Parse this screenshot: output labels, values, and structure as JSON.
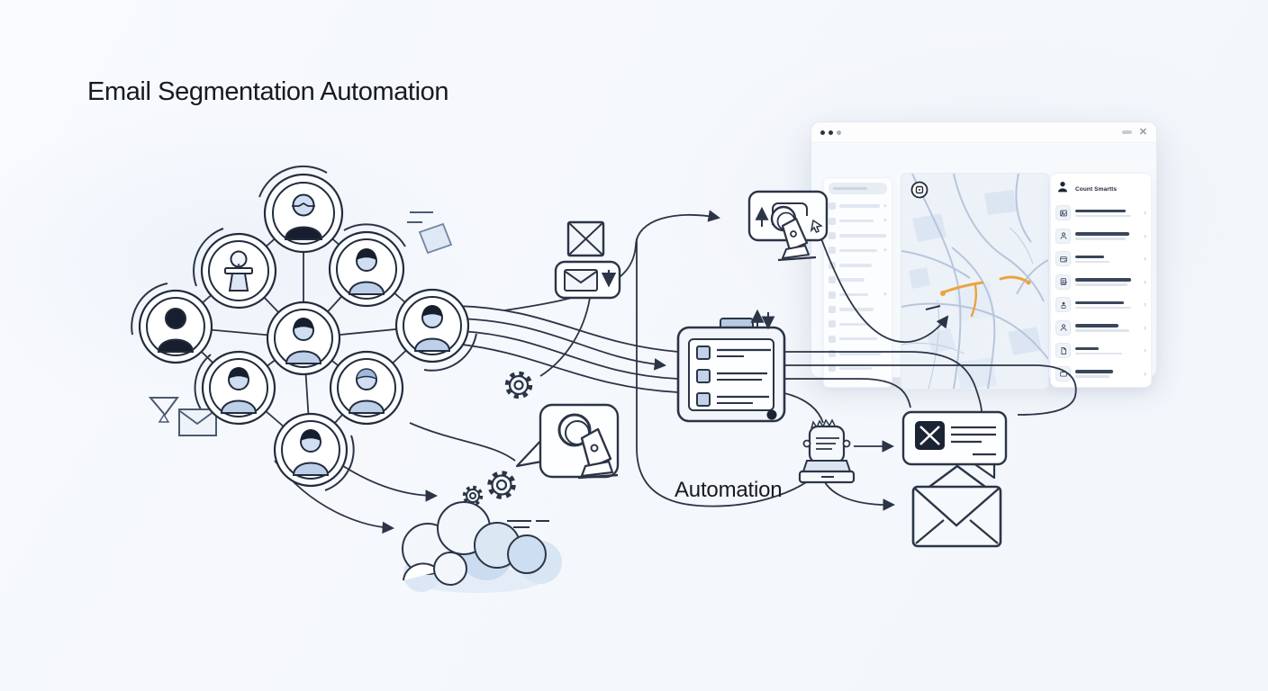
{
  "title": "Email Segmentation Automation",
  "labels": {
    "automation": "Automation"
  },
  "colors": {
    "background": "#f7f9fc",
    "ink": "#2b3547",
    "dark_fill": "#171f2e",
    "soft_blue": "#bed0e9",
    "face_blue": "#cfdef2",
    "panel_fill": "#f2f5fa",
    "accent_orange": "#e9a43e"
  },
  "browser_window": {
    "controls": {
      "close_glyph": "✕"
    },
    "sidebar": {
      "action_glyph": "+",
      "row_bar_widths": [
        50,
        38,
        52,
        42,
        36,
        28,
        32,
        38,
        34,
        42,
        46,
        36
      ],
      "rows_with_action": [
        0,
        1,
        3,
        6
      ]
    },
    "map": {
      "route_color": "#e9a43e"
    },
    "contacts_panel": {
      "header": {
        "icon": "person-dark-icon",
        "title": "Count Smartts"
      },
      "chevron_glyph": "›",
      "rows": [
        {
          "icon": "photo",
          "title_bar_w": 56,
          "subtitle_bar_w": 62
        },
        {
          "icon": "person",
          "title_bar_w": 60,
          "subtitle_bar_w": 56
        },
        {
          "icon": "wallet",
          "title_bar_w": 32,
          "subtitle_bar_w": 38
        },
        {
          "icon": "doc",
          "title_bar_w": 62,
          "subtitle_bar_w": 58
        },
        {
          "icon": "person-dot",
          "title_bar_w": 54,
          "subtitle_bar_w": 62
        },
        {
          "icon": "person",
          "title_bar_w": 48,
          "subtitle_bar_w": 60
        },
        {
          "icon": "file",
          "title_bar_w": 26,
          "subtitle_bar_w": 52
        },
        {
          "icon": "bag",
          "title_bar_w": 42,
          "subtitle_bar_w": 38
        }
      ]
    }
  },
  "diagram": {
    "nodes": [
      "audience-network",
      "email-icon",
      "email-download-icon",
      "gear-icon",
      "click-action-box",
      "segment-list-panel",
      "cursor-bubble",
      "cloud-processing",
      "agent-bot",
      "message-bubble",
      "envelope",
      "crm-browser-window"
    ]
  }
}
